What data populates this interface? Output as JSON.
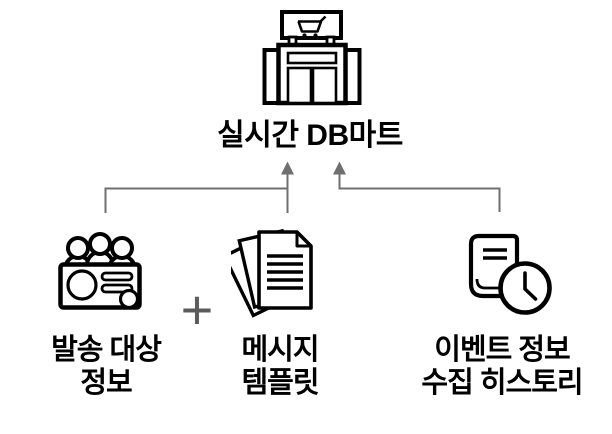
{
  "diagram": {
    "title": "실시간 DB마트",
    "operator": "+",
    "target": {
      "icon": "storefront-with-cart-icon"
    },
    "sources": [
      {
        "icon": "audience-list-icon",
        "line1": "발송 대상",
        "line2": "정보"
      },
      {
        "icon": "message-template-stack-icon",
        "line1": "메시지",
        "line2": "템플릿"
      },
      {
        "icon": "document-clock-history-icon",
        "line1": "이벤트 정보",
        "line2": "수집 히스토리"
      }
    ],
    "colors": {
      "icon_stroke": "#000000",
      "connector": "#6f6f6f",
      "plus": "#5c5c5c",
      "text": "#000000",
      "background": "#ffffff"
    }
  }
}
